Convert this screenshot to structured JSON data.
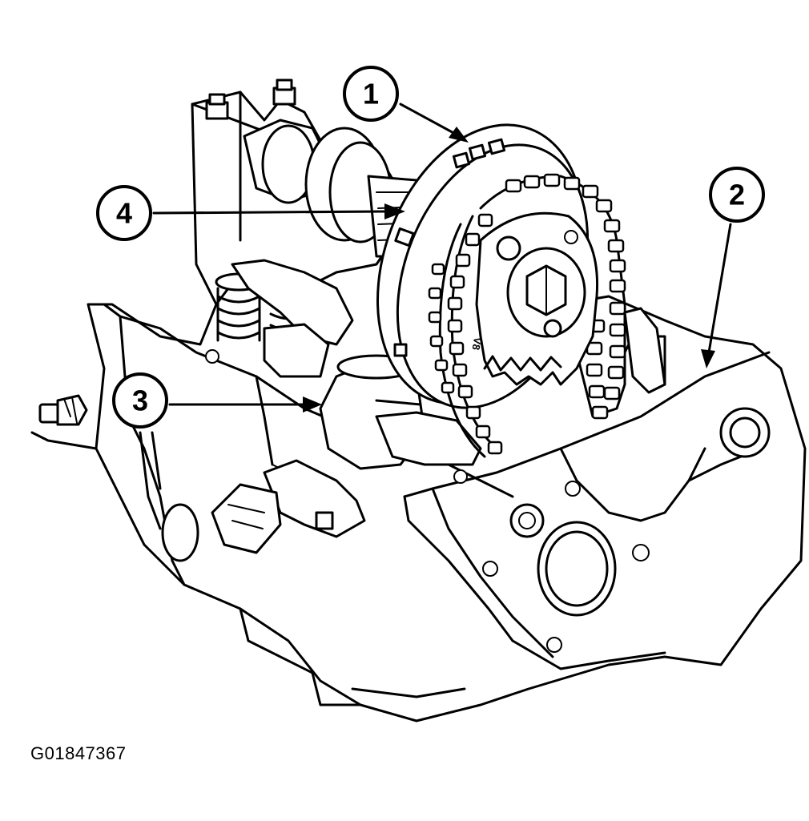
{
  "figure": {
    "id": "G01847367"
  },
  "callouts": [
    {
      "number": "1"
    },
    {
      "number": "2"
    },
    {
      "number": "3"
    },
    {
      "number": "4"
    }
  ],
  "gear_mark": "V8"
}
